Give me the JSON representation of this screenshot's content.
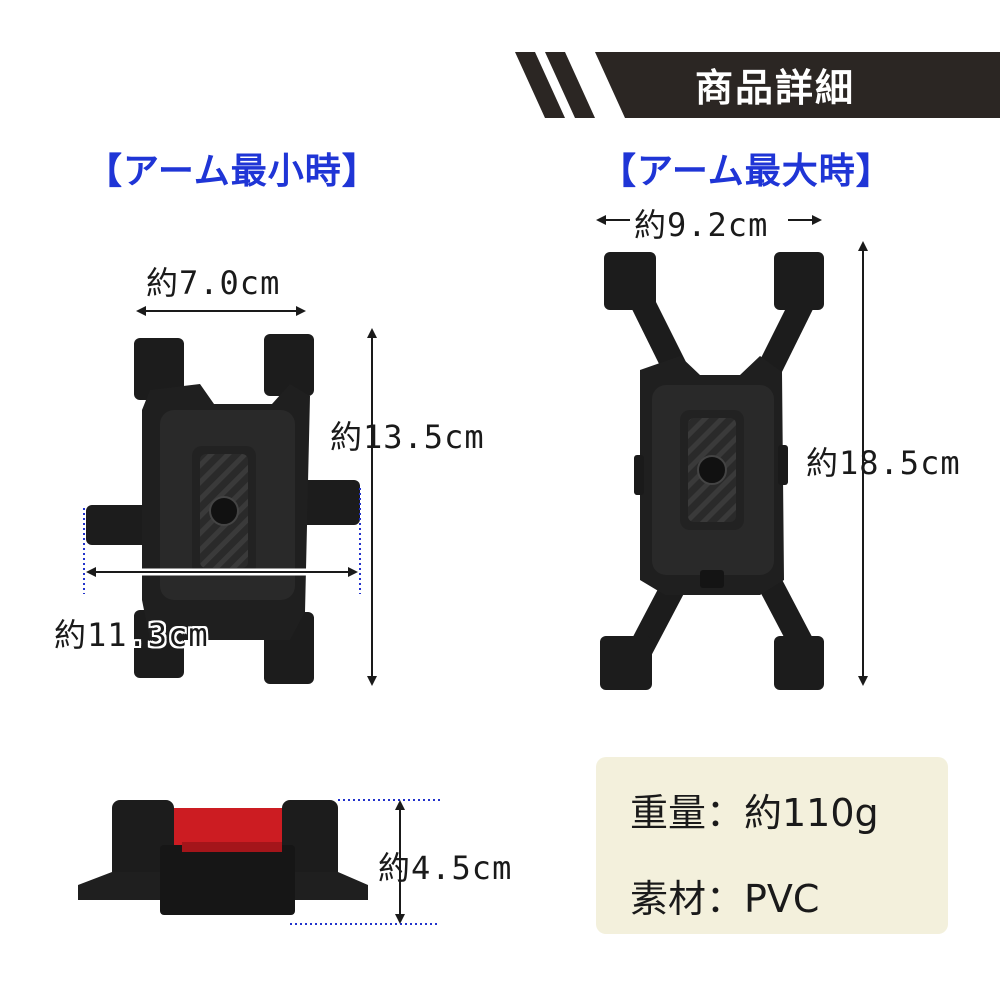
{
  "header": {
    "title": "商品詳細"
  },
  "min_arm": {
    "title": "【アーム最小時】",
    "width": "約7.0cm",
    "height": "約13.5cm",
    "span": "約11.3cm"
  },
  "max_arm": {
    "title": "【アーム最大時】",
    "width": "約9.2cm",
    "height": "約18.5cm"
  },
  "depth": {
    "value": "約4.5cm"
  },
  "specs": {
    "weight": "重量：約110g",
    "material": "素材：PVC"
  },
  "colors": {
    "banner": "#2b2623",
    "title_blue": "#1f35d6",
    "spec_bg": "#f3f0dc",
    "dotted": "#2233cc"
  }
}
